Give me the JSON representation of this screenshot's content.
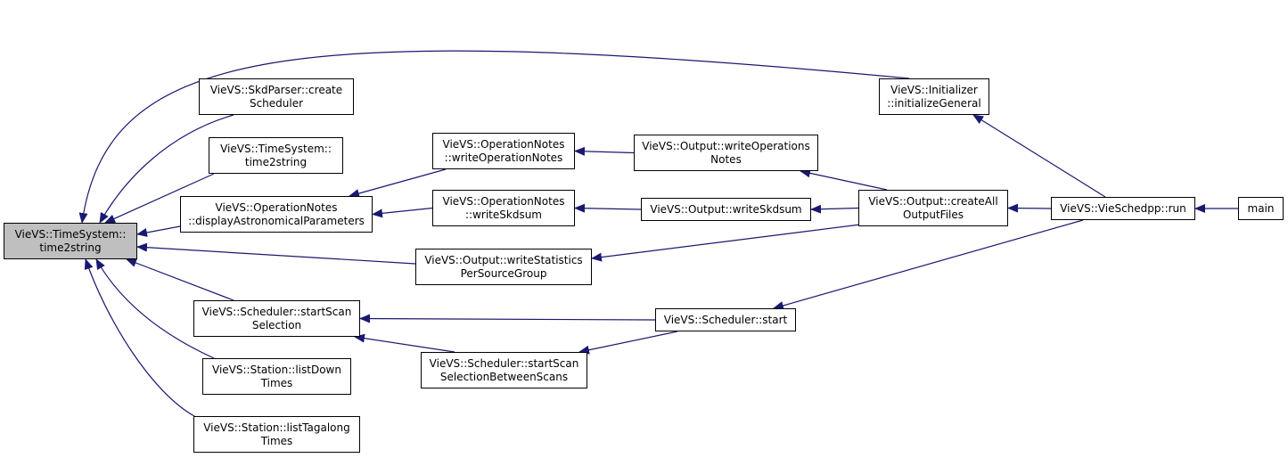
{
  "graph": {
    "colors": {
      "edge": "#191970",
      "node_border": "#000000",
      "focus_fill": "#bfbfbf"
    },
    "nodes": {
      "time2string_root": {
        "lines": [
          "VieVS::TimeSystem::",
          "time2string"
        ]
      },
      "skdparser": {
        "lines": [
          "VieVS::SkdParser::create",
          "Scheduler"
        ]
      },
      "timesystem2": {
        "lines": [
          "VieVS::TimeSystem::",
          "time2string"
        ]
      },
      "displayAstro": {
        "lines": [
          "VieVS::OperationNotes",
          "::displayAstronomicalParameters"
        ]
      },
      "writeStatistics": {
        "lines": [
          "VieVS::Output::writeStatistics",
          "PerSourceGroup"
        ]
      },
      "startScanSelection": {
        "lines": [
          "VieVS::Scheduler::startScan",
          "Selection"
        ]
      },
      "listDownTimes": {
        "lines": [
          "VieVS::Station::listDown",
          "Times"
        ]
      },
      "listTagalong": {
        "lines": [
          "VieVS::Station::listTagalong",
          "Times"
        ]
      },
      "writeOperationNotes": {
        "lines": [
          "VieVS::OperationNotes",
          "::writeOperationNotes"
        ]
      },
      "writeSkdsumNotes": {
        "lines": [
          "VieVS::OperationNotes",
          "::writeSkdsum"
        ]
      },
      "startScanBetween": {
        "lines": [
          "VieVS::Scheduler::startScan",
          "SelectionBetweenScans"
        ]
      },
      "outWriteOps": {
        "lines": [
          "VieVS::Output::writeOperations",
          "Notes"
        ]
      },
      "outWriteSkdsum": {
        "lines": [
          "VieVS::Output::writeSkdsum"
        ]
      },
      "schedStart": {
        "lines": [
          "VieVS::Scheduler::start"
        ]
      },
      "initGeneral": {
        "lines": [
          "VieVS::Initializer",
          "::initializeGeneral"
        ]
      },
      "createAll": {
        "lines": [
          "VieVS::Output::createAll",
          "OutputFiles"
        ]
      },
      "run": {
        "lines": [
          "VieVS::VieSchedpp::run"
        ]
      },
      "main": {
        "lines": [
          "main"
        ]
      }
    },
    "edges": [
      [
        "skdparser",
        "time2string_root"
      ],
      [
        "timesystem2",
        "time2string_root"
      ],
      [
        "displayAstro",
        "time2string_root"
      ],
      [
        "writeStatistics",
        "time2string_root"
      ],
      [
        "startScanSelection",
        "time2string_root"
      ],
      [
        "listDownTimes",
        "time2string_root"
      ],
      [
        "listTagalong",
        "time2string_root"
      ],
      [
        "initGeneral",
        "time2string_root"
      ],
      [
        "writeOperationNotes",
        "displayAstro"
      ],
      [
        "writeSkdsumNotes",
        "displayAstro"
      ],
      [
        "outWriteOps",
        "writeOperationNotes"
      ],
      [
        "outWriteSkdsum",
        "writeSkdsumNotes"
      ],
      [
        "createAll",
        "outWriteOps"
      ],
      [
        "createAll",
        "outWriteSkdsum"
      ],
      [
        "createAll",
        "writeStatistics"
      ],
      [
        "schedStart",
        "startScanSelection"
      ],
      [
        "startScanBetween",
        "startScanSelection"
      ],
      [
        "schedStart",
        "startScanBetween"
      ],
      [
        "run",
        "initGeneral"
      ],
      [
        "run",
        "createAll"
      ],
      [
        "run",
        "schedStart"
      ],
      [
        "main",
        "run"
      ]
    ]
  }
}
